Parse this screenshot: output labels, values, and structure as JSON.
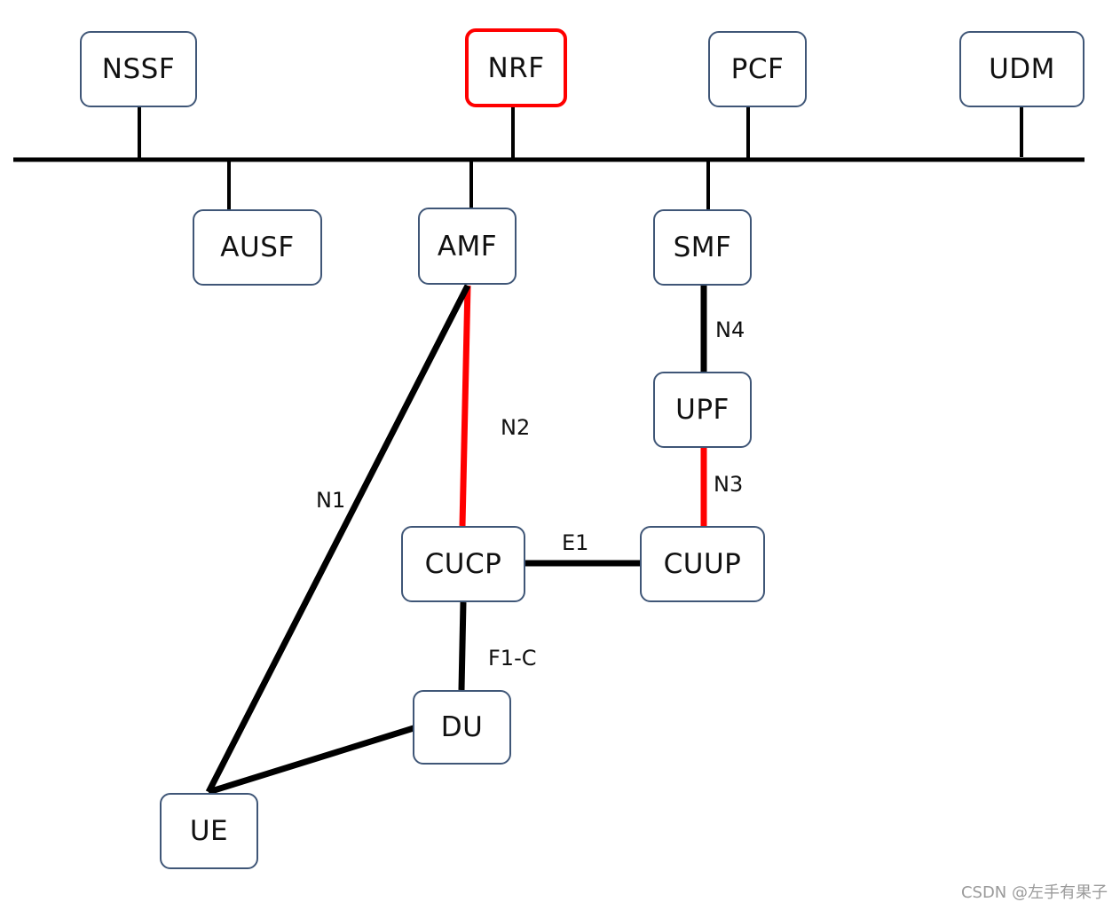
{
  "nodes": {
    "nssf": "NSSF",
    "nrf": "NRF",
    "pcf": "PCF",
    "udm": "UDM",
    "ausf": "AUSF",
    "amf": "AMF",
    "smf": "SMF",
    "upf": "UPF",
    "cucp": "CUCP",
    "cuup": "CUUP",
    "du": "DU",
    "ue": "UE"
  },
  "links": {
    "n1": "N1",
    "n2": "N2",
    "n3": "N3",
    "n4": "N4",
    "e1": "E1",
    "f1c": "F1-C"
  },
  "colors": {
    "line": "#000000",
    "highlight": "#ff0000",
    "box_border": "#3f5677"
  },
  "watermark": "CSDN @左手有果子"
}
